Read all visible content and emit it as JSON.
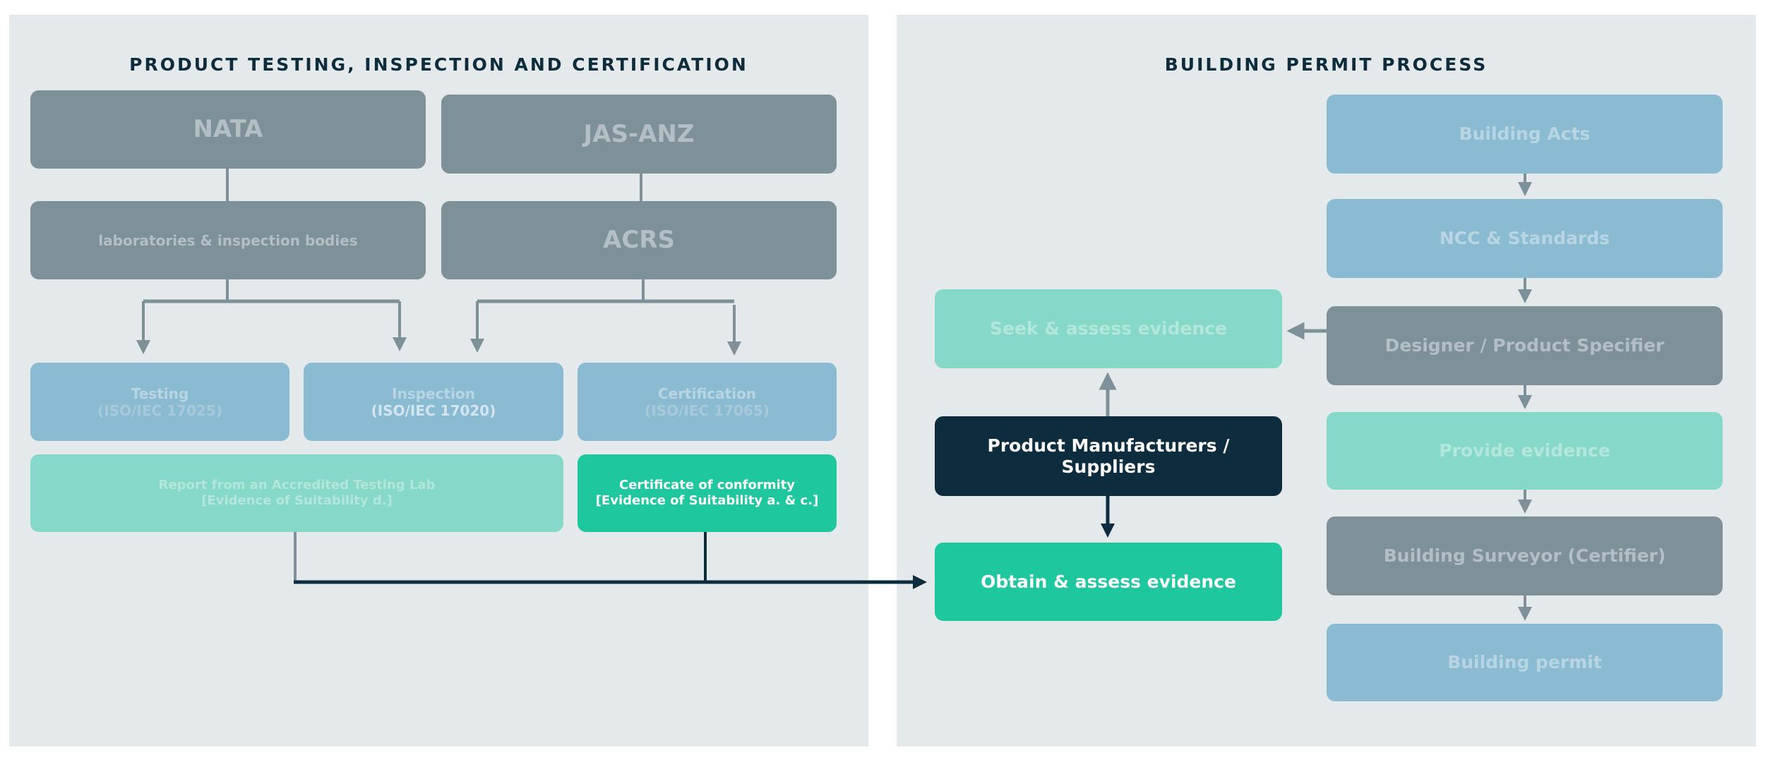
{
  "left_panel": {
    "title": "PRODUCT TESTING, INSPECTION AND CERTIFICATION",
    "nata": "NATA",
    "jas_anz": "JAS-ANZ",
    "labs": "laboratories & inspection bodies",
    "acrs": "ACRS",
    "testing": {
      "title": "Testing",
      "standard": "(ISO/IEC 17025)"
    },
    "inspection": {
      "title": "Inspection",
      "standard": "(ISO/IEC 17020)"
    },
    "certification": {
      "title": "Certification",
      "standard": "(ISO/IEC 17065)"
    },
    "report": {
      "line1": "Report from an Accredited Testing Lab",
      "line2": "[Evidence of Suitability d.]"
    },
    "certificate": {
      "line1": "Certificate of conformity",
      "line2": "[Evidence of Suitability a. & c.]"
    }
  },
  "right_panel": {
    "title": "BUILDING PERMIT PROCESS",
    "seek": "Seek & assess evidence",
    "manufacturers": {
      "line1": "Product Manufacturers /",
      "line2": "Suppliers"
    },
    "obtain": "Obtain & assess evidence",
    "steps": [
      "Building Acts",
      "NCC & Standards",
      "Designer / Product Specifier",
      "Provide evidence",
      "Building Surveyor (Certifier)",
      "Building permit"
    ]
  },
  "colors": {
    "panel_bg": "#e4e9ec",
    "gray_box": "#7e9098",
    "blue_box": "#8abbd3",
    "mint_box": "#86d8c8",
    "green_box": "#1ec79e",
    "navy_box": "#0d2c3d",
    "title_text": "#0d2c3d",
    "gray_connector": "#7e9098",
    "navy_connector": "#0d2c3d"
  }
}
